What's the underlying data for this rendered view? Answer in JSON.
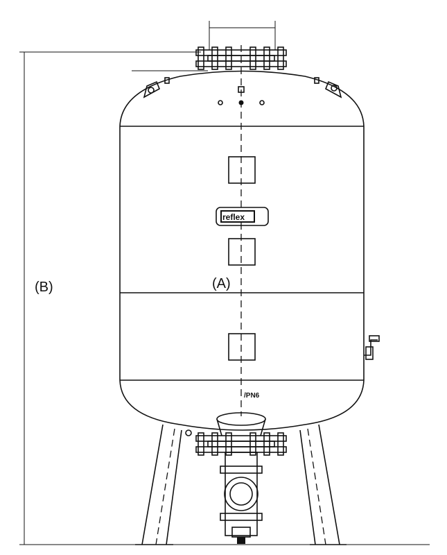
{
  "diagram": {
    "label_a": "(A)",
    "label_b": "(B)",
    "pressure_rating": "/PN6",
    "logo_text": "reflex"
  }
}
